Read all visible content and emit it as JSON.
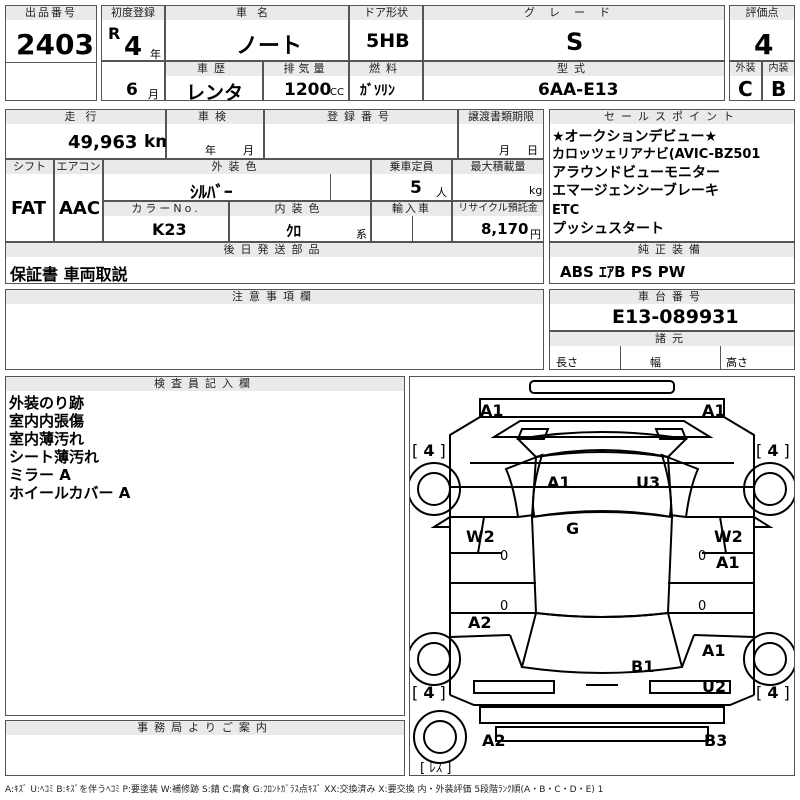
{
  "headers": {
    "lot_no": "出品番号",
    "first_reg": "初度登録",
    "car_name": "車名",
    "door": "ドア形状",
    "grade": "グレード",
    "score": "評価点",
    "history": "車歴",
    "displacement": "排気量",
    "fuel": "燃料",
    "model": "型式",
    "exterior": "外装",
    "interior": "内装",
    "mileage": "走行",
    "inspection": "車検",
    "reg_no": "登録番号",
    "transfer": "譲渡書類期限",
    "sales_points": "セールスポイント",
    "shift": "シフト",
    "aircon": "エアコン",
    "color": "外装色",
    "capacity": "乗車定員",
    "max_load": "最大積載量",
    "color_no": "カラーNo.",
    "int_color": "内装色",
    "import": "輸入車",
    "recycle": "リサイクル預託金",
    "later_parts": "後日発送部品",
    "genuine": "純正装備",
    "notes": "注意事項欄",
    "chassis": "車台番号",
    "specs": "諸元",
    "inspector": "検査員記入欄",
    "office": "事務局よりご案内"
  },
  "values": {
    "lot_no": "2403",
    "era": "R",
    "year": "4",
    "year_unit": "年",
    "month": "6",
    "month_unit": "月",
    "car_name": "ノート",
    "door": "5HB",
    "grade": "S",
    "score": "4",
    "history": "レンタ",
    "displacement": "1200",
    "cc": "CC",
    "fuel": "ｶﾞｿﾘﾝ",
    "model": "6AA-E13",
    "exterior": "C",
    "interior": "B",
    "mileage": "49,963",
    "km": "km",
    "insp_year": "年",
    "insp_month": "月",
    "tr_month": "月",
    "tr_day": "日",
    "shift": "FAT",
    "aircon": "AAC",
    "color": "ｼﾙﾊﾞｰ",
    "capacity": "5",
    "capacity_unit": "人",
    "kg": "kg",
    "color_no": "K23",
    "int_color": "ｸﾛ",
    "int_unit": "系",
    "recycle": "8,170",
    "yen": "円",
    "later_parts": "保証書 車両取説",
    "genuine": "ABS ｴｱB PS PW",
    "chassis": "E13-089931",
    "len": "長さ",
    "width": "幅",
    "height": "高さ"
  },
  "sales_points": [
    "★オークションデビュー★",
    "カロッツェリアナビ(AVIC-BZ501",
    "アラウンドビューモニター",
    "エマージェンシーブレーキ",
    "ETC",
    "プッシュスタート"
  ],
  "inspector_notes": [
    "外装のり跡",
    "室内内張傷",
    "室内薄汚れ",
    "シート薄汚れ",
    "ミラー A",
    "ホイールカバー A"
  ],
  "diagram": {
    "a1_fl": "A1",
    "a1_fr": "A1",
    "a1_hood": "A1",
    "u3": "U3",
    "g": "G",
    "w2_l": "W2",
    "w2_r": "W2",
    "a1_rdoor": "A1",
    "a2_l": "A2",
    "a1_rr": "A1",
    "b1": "B1",
    "u2": "U2",
    "a2_rear": "A2",
    "b3": "B3",
    "tire_fl": "4",
    "tire_fr": "4",
    "tire_rl": "4",
    "tire_rr": "4",
    "spare": "ﾚｽ",
    "zero_l": "0",
    "zero_r": "0",
    "zero_l2": "0",
    "zero_r2": "0"
  },
  "legend": "A:ｷｽﾞ U:ﾍｺﾐ B:ｷｽﾞを伴うﾍｺﾐ P:要塗装 W:補修跡 S:錆 C:腐食 G:ﾌﾛﾝﾄｶﾞﾗｽ点ｷｽﾞ XX:交換済み X:要交換 内・外装評価 5段階ﾗﾝｸ順(A・B・C・D・E) 1"
}
